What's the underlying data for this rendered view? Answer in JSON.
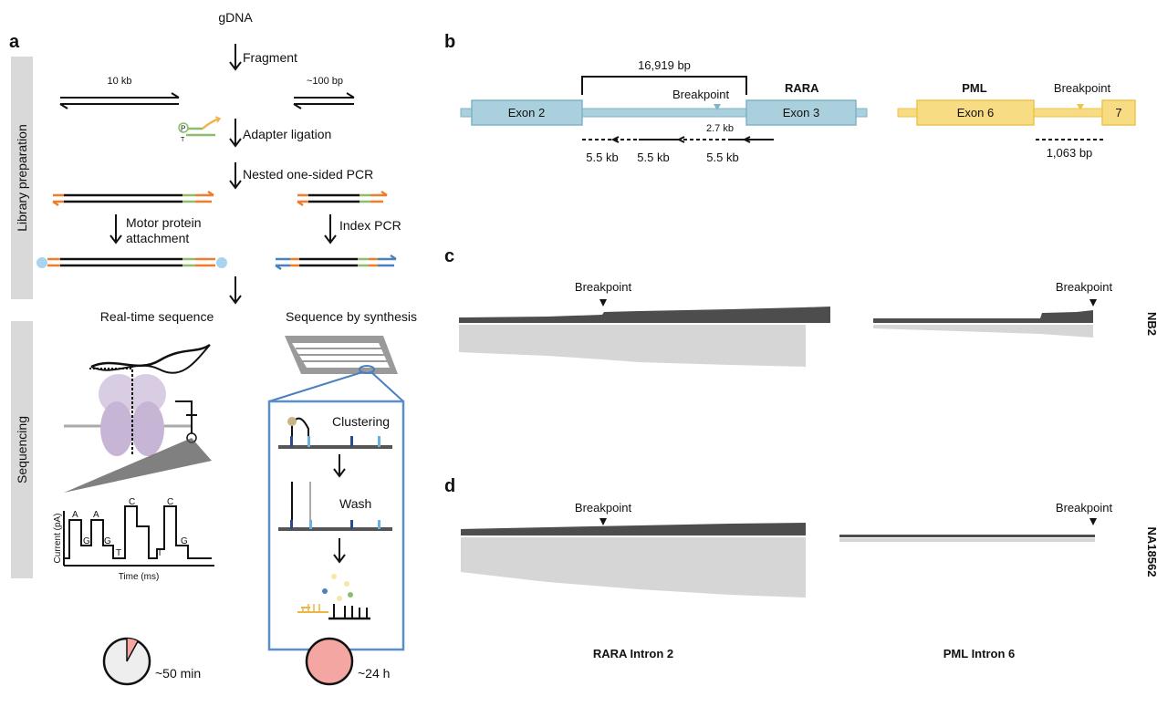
{
  "panels": {
    "a": "a",
    "b": "b",
    "c": "c",
    "d": "d"
  },
  "panel_a": {
    "side_labels": {
      "library": "Library preparation",
      "sequencing": "Sequencing"
    },
    "gdna": "gDNA",
    "fragment": "Fragment",
    "size_long": "10 kb",
    "size_short": "~100 bp",
    "adapter_ligation": "Adapter ligation",
    "nested_pcr": "Nested one-sided PCR",
    "motor_line1": "Motor protein",
    "motor_line2": "attachment",
    "index_pcr": "Index PCR",
    "realtime": "Real-time sequence",
    "sbs": "Sequence by synthesis",
    "clustering": "Clustering",
    "wash": "Wash",
    "current_axis": "Current (pA)",
    "time_axis": "Time (ms)",
    "bases": [
      "A",
      "G",
      "A",
      "G",
      "T",
      "C",
      "T",
      "C",
      "G"
    ],
    "time_nanopore": "~50 min",
    "time_sbs": "~24 h",
    "adapter_p": "P",
    "adapter_t": "T"
  },
  "panel_b": {
    "rara": {
      "gene": "RARA",
      "exon2": "Exon 2",
      "exon3": "Exon 3",
      "span": "16,919 bp",
      "breakpoint": "Breakpoint",
      "offset": "2.7 kb",
      "amplicons": [
        "5.5 kb",
        "5.5 kb",
        "5.5 kb"
      ]
    },
    "pml": {
      "gene": "PML",
      "exon6": "Exon 6",
      "exon7": "7",
      "breakpoint": "Breakpoint",
      "amplicon": "1,063 bp"
    }
  },
  "panel_c": {
    "breakpoint_left": "Breakpoint",
    "breakpoint_right": "Breakpoint",
    "sample": "NB2"
  },
  "panel_d": {
    "breakpoint_left": "Breakpoint",
    "breakpoint_right": "Breakpoint",
    "sample": "NA18562"
  },
  "bottom": {
    "rara_intron": "RARA Intron 2",
    "pml_intron": "PML Intron 6"
  },
  "colors": {
    "rara_exon": "#a9d0dc",
    "rara_line": "#7fb3c6",
    "pml_exon": "#f7dc84",
    "pml_line": "#edc44d",
    "orange": "#ee7d2d",
    "green": "#8cbd6b",
    "blue": "#4a7fc0",
    "purple": "#c7b5d6",
    "pink": "#f4a6a2"
  }
}
